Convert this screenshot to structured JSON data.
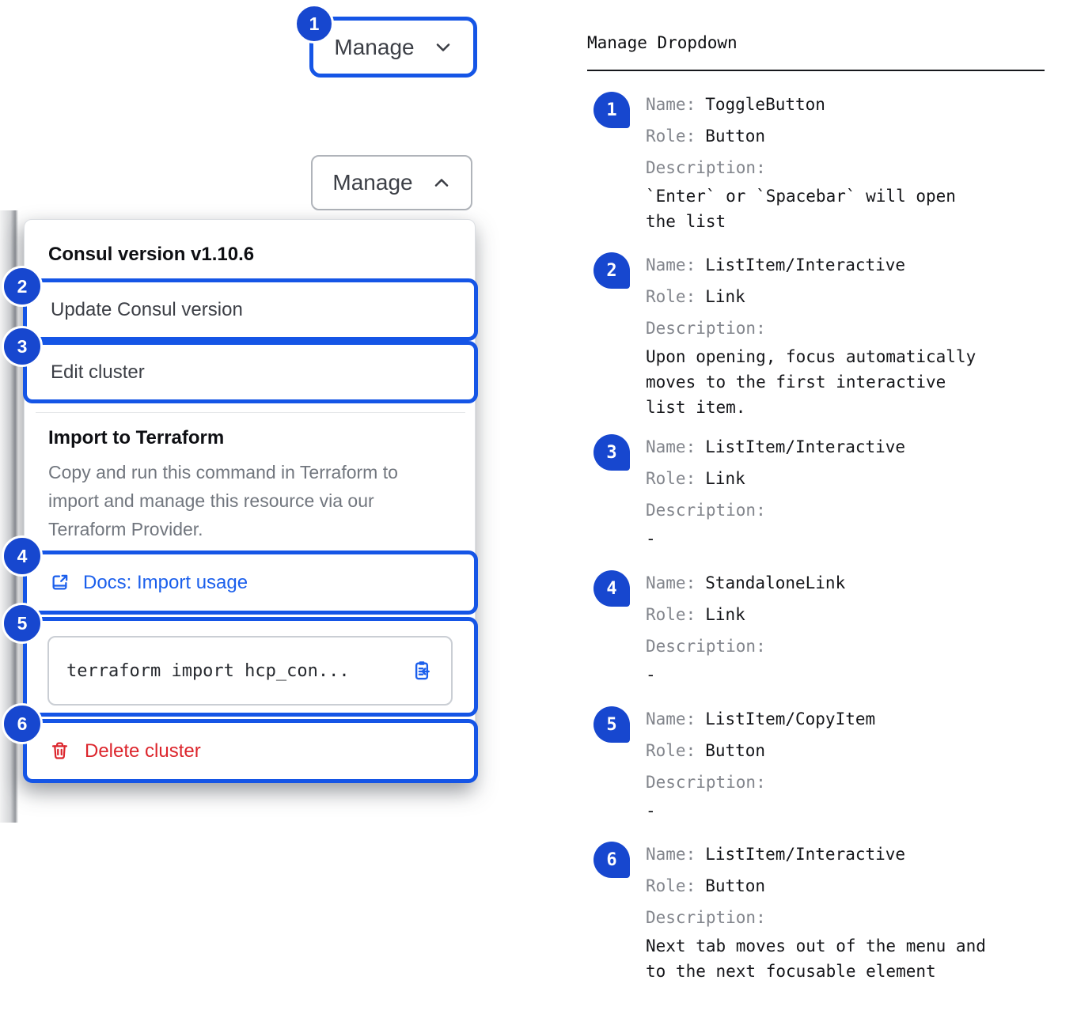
{
  "colors": {
    "focus_ring_blue": "#1555e6",
    "badge_blue": "#1747cf",
    "link_blue": "#1b5fec",
    "danger_red": "#dc252c"
  },
  "toggle_button": {
    "collapsed": {
      "badge": "1",
      "label": "Manage"
    },
    "expanded": {
      "label": "Manage"
    }
  },
  "dropdown": {
    "version_header": "Consul version v1.10.6",
    "update_item": {
      "badge": "2",
      "label": "Update Consul version"
    },
    "edit_item": {
      "badge": "3",
      "label": "Edit cluster"
    },
    "import_section": {
      "title": "Import to Terraform",
      "description": "Copy and run this command in Terraform to import and manage this resource via our Terraform Provider.",
      "docs_link": {
        "badge": "4",
        "label": "Docs: Import usage",
        "icon": "docs-link-icon"
      },
      "copy_item": {
        "badge": "5",
        "code": "terraform import hcp_con...",
        "icon": "clipboard-copy-icon"
      }
    },
    "delete_item": {
      "badge": "6",
      "label": "Delete cluster",
      "icon": "trash-icon"
    }
  },
  "spec": {
    "title": "Manage Dropdown",
    "field_labels": {
      "name": "Name:",
      "role": "Role:",
      "description": "Description:"
    },
    "entries": [
      {
        "num": "1",
        "name": "ToggleButton",
        "role": "Button",
        "description": "`Enter` or `Spacebar` will open the list"
      },
      {
        "num": "2",
        "name": "ListItem/Interactive",
        "role": "Link",
        "description": "Upon opening, focus automatically moves to the first interactive list item."
      },
      {
        "num": "3",
        "name": "ListItem/Interactive",
        "role": "Link",
        "description": "-"
      },
      {
        "num": "4",
        "name": "StandaloneLink",
        "role": "Link",
        "description": "-"
      },
      {
        "num": "5",
        "name": "ListItem/CopyItem",
        "role": "Button",
        "description": "-"
      },
      {
        "num": "6",
        "name": "ListItem/Interactive",
        "role": "Button",
        "description": "Next tab moves out of the menu and to the next focusable element"
      }
    ]
  }
}
